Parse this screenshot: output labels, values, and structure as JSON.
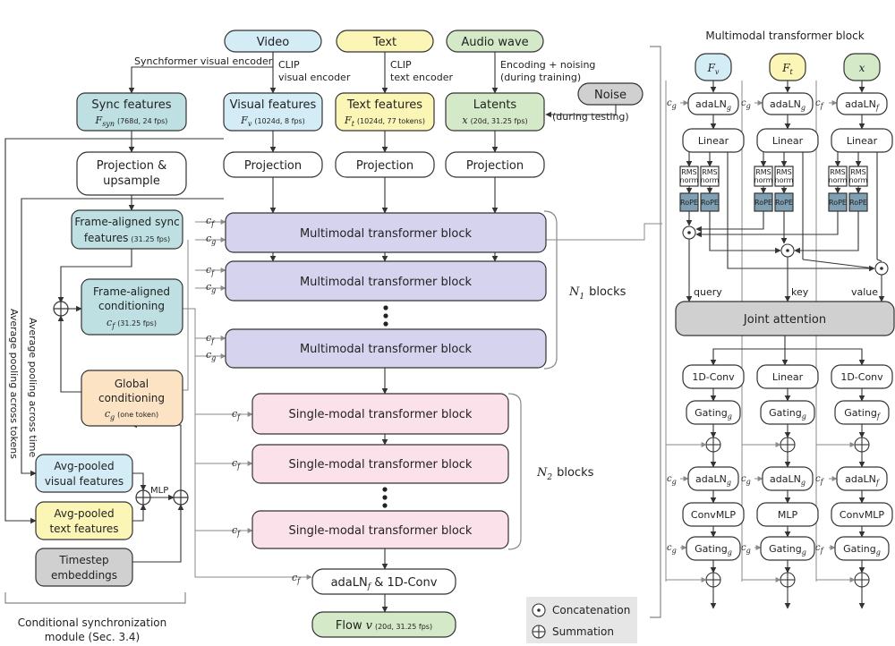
{
  "inputs": {
    "video": "Video",
    "text": "Text",
    "audio": "Audio wave",
    "noise": "Noise"
  },
  "edges": {
    "synchformer": "Synchformer visual encoder",
    "clip_visual_1": "CLIP",
    "clip_visual_2": "visual encoder",
    "clip_text_1": "CLIP",
    "clip_text_2": "text encoder",
    "encoding_1": "Encoding + noising",
    "encoding_2": "(during training)",
    "testing": "(during testing)"
  },
  "features": {
    "sync_title": "Sync features",
    "sync_sym": "F",
    "sync_sub": "syn",
    "sync_dims": "(768d, 24 fps)",
    "visual_title": "Visual features",
    "visual_sym": "F",
    "visual_sub": "v",
    "visual_dims": "(1024d, 8 fps)",
    "text_title": "Text features",
    "text_sym": "F",
    "text_sub": "t",
    "text_dims": "(1024d, 77 tokens)",
    "latents_title": "Latents",
    "latents_sym": "x",
    "latents_dims": "(20d, 31.25 fps)"
  },
  "left": {
    "proj_upsample_1": "Projection &",
    "proj_upsample_2": "upsample",
    "frame_sync_1": "Frame-aligned sync",
    "frame_sync_2": "features",
    "frame_sync_dims": "(31.25 fps)",
    "frame_cond_1": "Frame-aligned",
    "frame_cond_2": "conditioning",
    "frame_cond_sym": "c",
    "frame_cond_sub": "f",
    "frame_cond_dims": "(31.25 fps)",
    "global_1": "Global",
    "global_2": "conditioning",
    "global_sym": "c",
    "global_sub": "g",
    "global_dims": "(one token)",
    "avg_visual_1": "Avg-pooled",
    "avg_visual_2": "visual features",
    "avg_text_1": "Avg-pooled",
    "avg_text_2": "text features",
    "timestep_1": "Timestep",
    "timestep_2": "embeddings",
    "mlp": "MLP",
    "avg_time": "Average pooling across time",
    "avg_tokens": "Average pooling across tokens",
    "module_1": "Conditional synchronization",
    "module_2": "module (Sec. 3.4)"
  },
  "main": {
    "projection": "Projection",
    "mm_block": "Multimodal transformer block",
    "sm_block": "Single-modal transformer block",
    "n_sym": "N",
    "n1_sub": "1",
    "n2_sub": "2",
    "blocks": "blocks",
    "cf_sym": "c",
    "cf_sub": "f",
    "cg_sym": "c",
    "cg_sub": "g",
    "adaln_conv_pre": "adaLN",
    "adaln_conv_sub": "f",
    "adaln_conv_post": " & 1D-Conv",
    "flow_title": "Flow",
    "flow_sym": "v",
    "flow_dims": "(20d, 31.25 fps)"
  },
  "detail": {
    "title": "Multimodal transformer block",
    "fv_sym": "F",
    "fv_sub": "v",
    "ft_sym": "F",
    "ft_sub": "t",
    "x_sym": "x",
    "adaln": "adaLN",
    "sub_g": "g",
    "sub_f": "f",
    "c_sym": "c",
    "linear": "Linear",
    "rms_1": "RMS",
    "rms_2": "norm",
    "rope": "RoPE",
    "query": "query",
    "key": "key",
    "value": "value",
    "joint": "Joint attention",
    "conv1d": "1D-Conv",
    "gating": "Gating",
    "convmlp": "ConvMLP",
    "mlp": "MLP"
  },
  "legend": {
    "concat": "Concatenation",
    "sum": "Summation"
  }
}
